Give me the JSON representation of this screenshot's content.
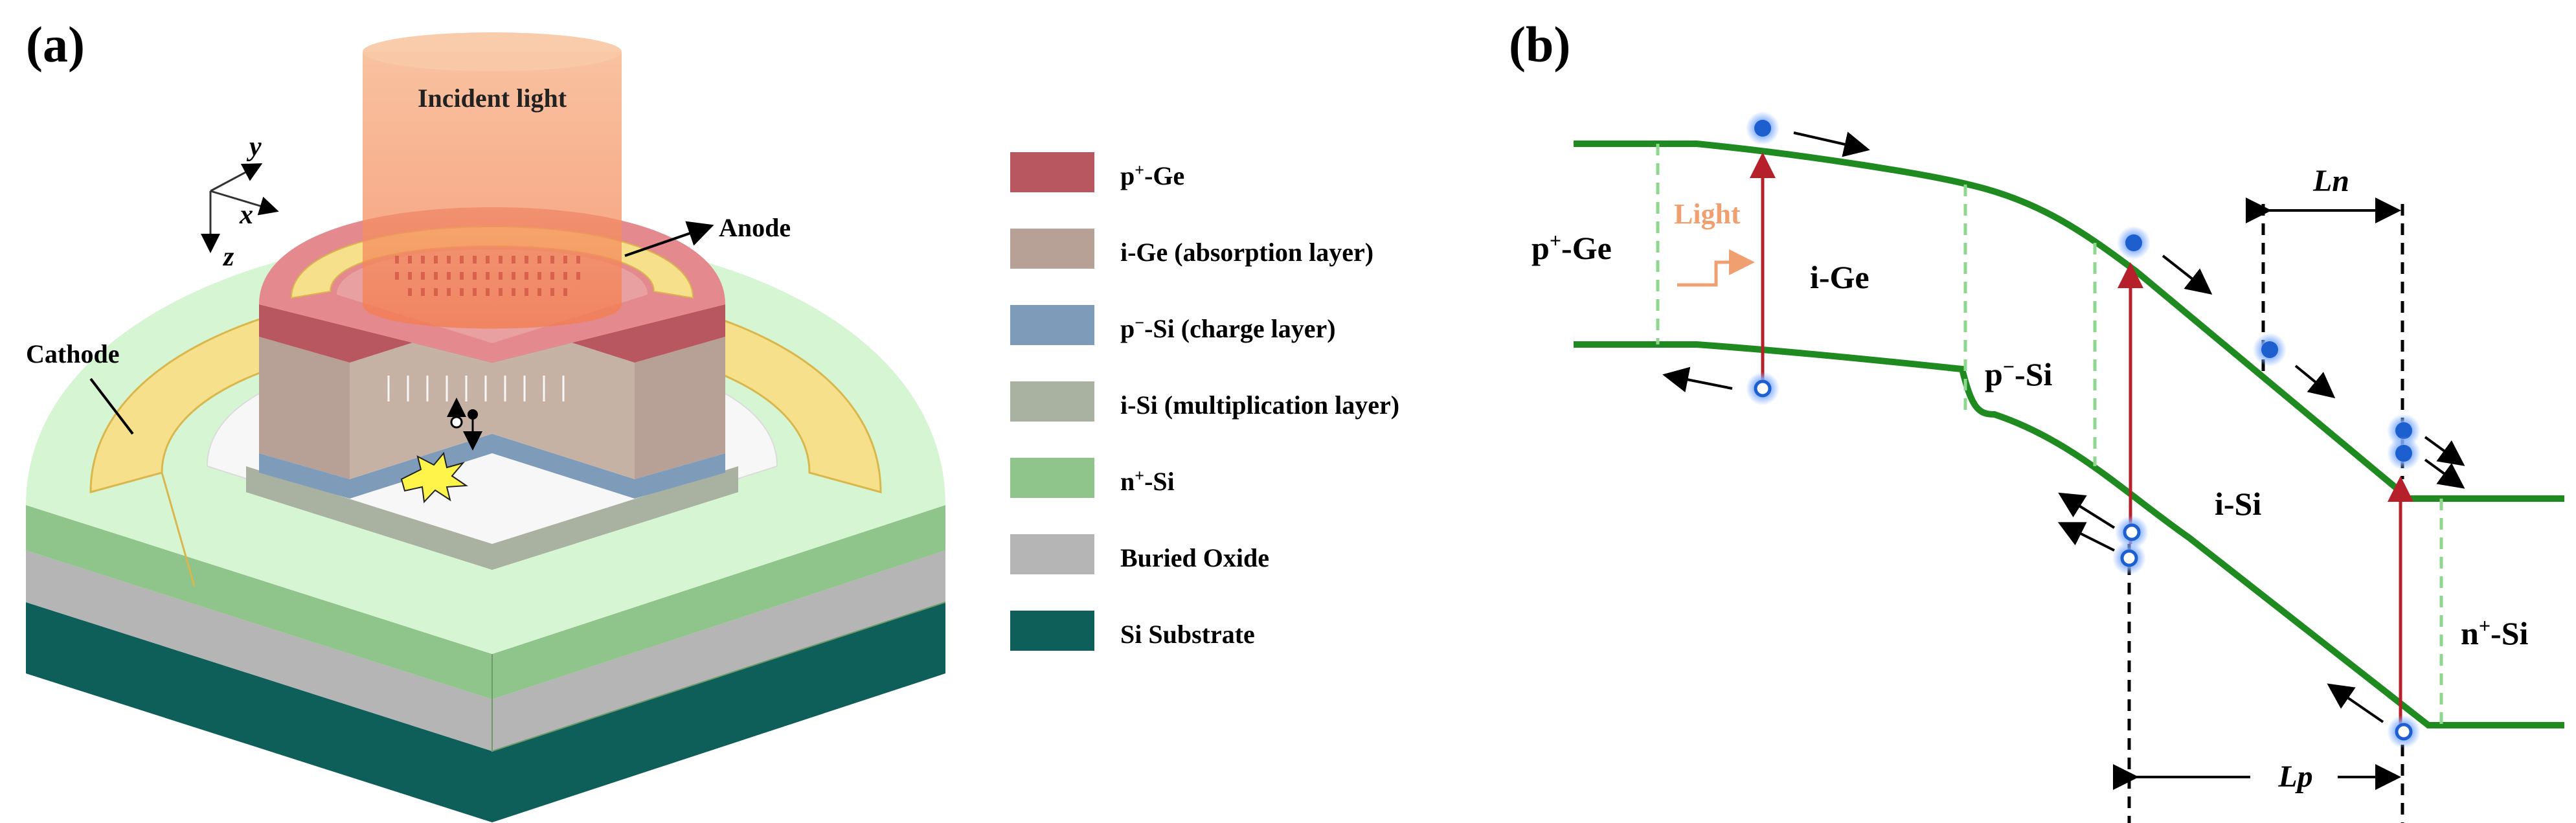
{
  "panel_a": {
    "label": "(a)",
    "incident_light": "Incident light",
    "anode": "Anode",
    "cathode": "Cathode",
    "axes": {
      "x": "x",
      "y": "y",
      "z": "z"
    },
    "legend": [
      {
        "prefix": "p",
        "sup": "+",
        "suffix": "-Ge",
        "color": "#b8575f"
      },
      {
        "prefix": "i-Ge (absorption layer)",
        "sup": "",
        "suffix": "",
        "color": "#b7a196"
      },
      {
        "prefix": "p",
        "sup": "−",
        "suffix": "-Si (charge layer)",
        "color": "#7e9cba"
      },
      {
        "prefix": "i-Si (multiplication layer)",
        "sup": "",
        "suffix": "",
        "color": "#a9b2a1"
      },
      {
        "prefix": "n",
        "sup": "+",
        "suffix": "-Si",
        "color": "#8fc48a"
      },
      {
        "prefix": "Buried Oxide",
        "sup": "",
        "suffix": "",
        "color": "#b5b5b5"
      },
      {
        "prefix": "Si Substrate",
        "sup": "",
        "suffix": "",
        "color": "#0e5e5a"
      }
    ]
  },
  "panel_b": {
    "label": "(b)",
    "light": "Light",
    "Ln": "Ln",
    "Lp": "Lp",
    "regions": {
      "pGe_prefix": "p",
      "pGe_sup": "+",
      "pGe_suffix": "-Ge",
      "iGe": "i-Ge",
      "pSi_prefix": "p",
      "pSi_sup": "−",
      "pSi_suffix": "-Si",
      "iSi": "i-Si",
      "nSi_prefix": "n",
      "nSi_sup": "+",
      "nSi_suffix": "-Si"
    }
  },
  "colors": {
    "band": "#1f8a1f",
    "arrow_red": "#b5202a",
    "electron": "#1e5fcf",
    "light_arrow": "#f0a070"
  }
}
